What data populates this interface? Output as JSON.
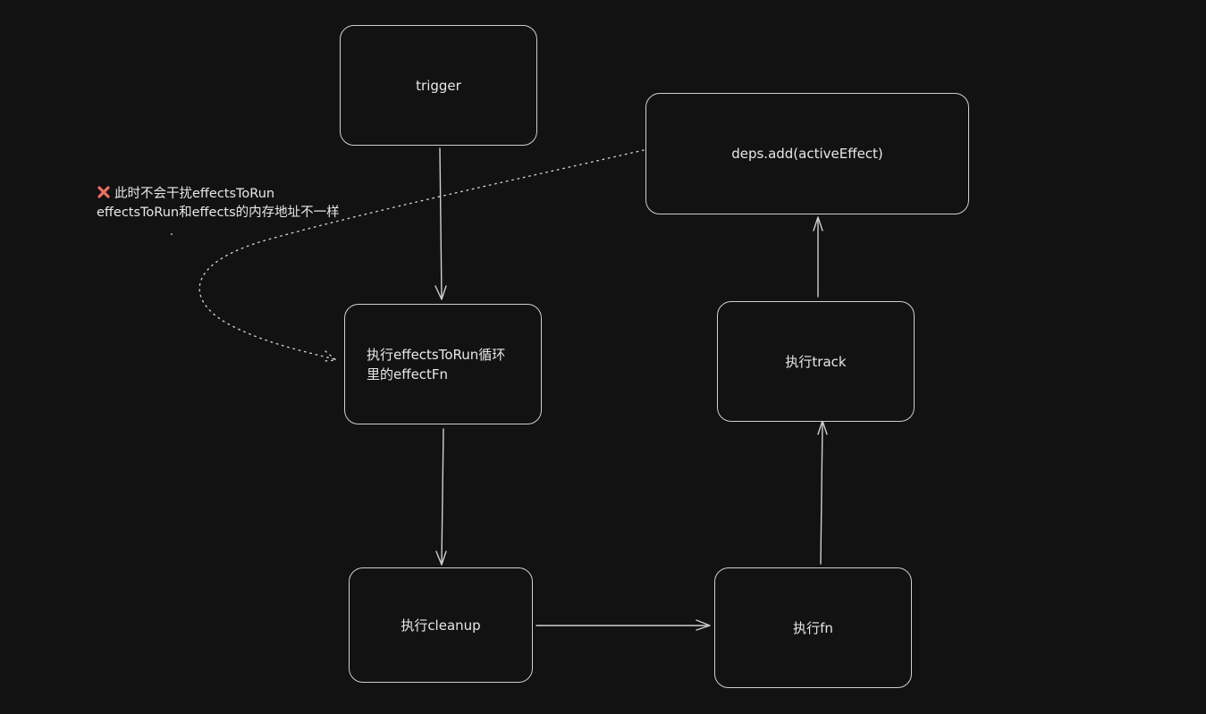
{
  "diagram": {
    "background": "#121212",
    "stroke_color": "#cfcfcf",
    "nodes": [
      {
        "id": "trigger",
        "label": "trigger"
      },
      {
        "id": "deps-add",
        "label": "deps.add(activeEffect)"
      },
      {
        "id": "run-effects",
        "label": "执行effectsToRun循环\n里的effectFn"
      },
      {
        "id": "track",
        "label": "执行track"
      },
      {
        "id": "cleanup",
        "label": "执行cleanup"
      },
      {
        "id": "fn",
        "label": "执行fn"
      }
    ],
    "edges": [
      {
        "from": "trigger",
        "to": "run-effects",
        "style": "solid"
      },
      {
        "from": "run-effects",
        "to": "cleanup",
        "style": "solid"
      },
      {
        "from": "cleanup",
        "to": "fn",
        "style": "solid"
      },
      {
        "from": "fn",
        "to": "track",
        "style": "solid"
      },
      {
        "from": "track",
        "to": "deps-add",
        "style": "solid"
      },
      {
        "from": "deps-add",
        "to": "run-effects",
        "style": "dotted"
      }
    ],
    "annotation": {
      "icon": "cross-mark-icon",
      "icon_color": "#ec7063",
      "line1": "此时不会干扰effectsToRun",
      "line2": "effectsToRun和effects的内存地址不一样"
    }
  }
}
